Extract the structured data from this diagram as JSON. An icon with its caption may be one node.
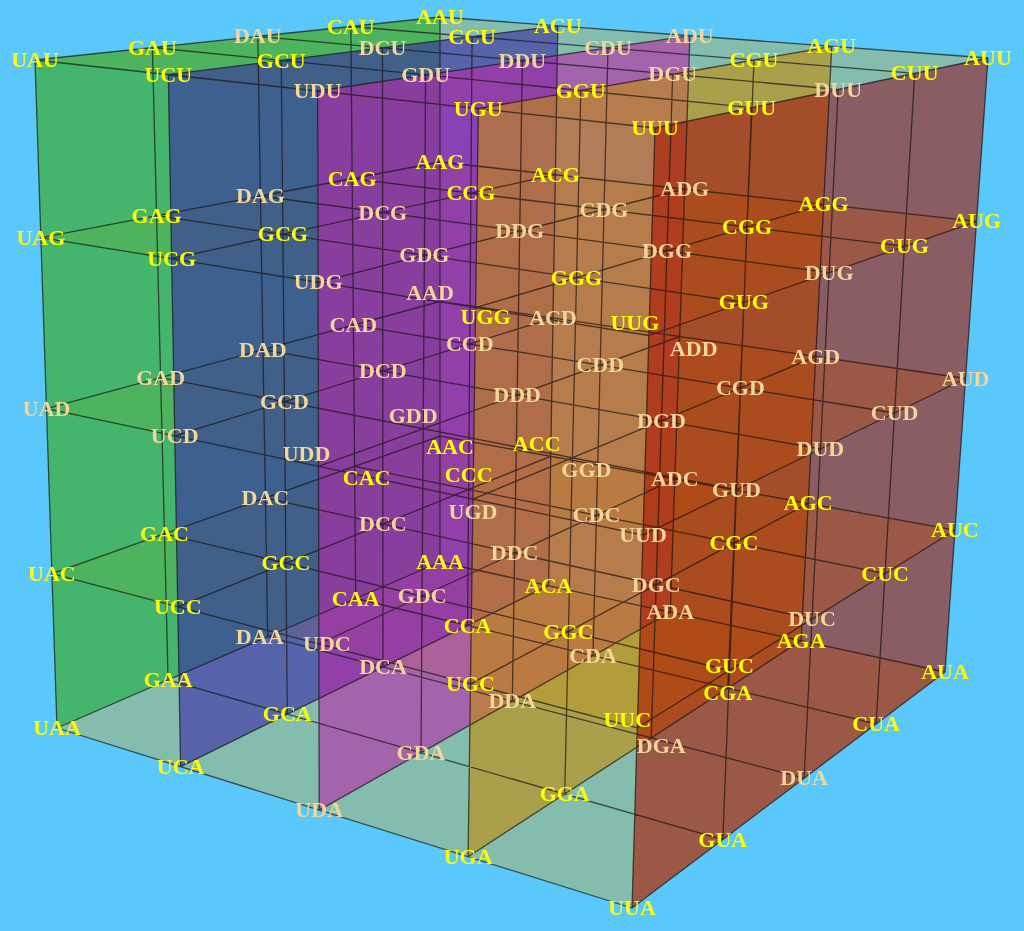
{
  "diagram": {
    "labels": [
      "UAU",
      "UCU",
      "UDU",
      "UGU",
      "UUU",
      "GAU",
      "GCU",
      "GDU",
      "GGU",
      "GUU",
      "DAU",
      "DCU",
      "DDU",
      "DGU",
      "DUU",
      "CAU",
      "CCU",
      "CDU",
      "CGU",
      "CUU",
      "AAU",
      "ACU",
      "ADU",
      "AGU",
      "AUU",
      "UAG",
      "UCG",
      "UDG",
      "UGG",
      "UUG",
      "GAG",
      "GCG",
      "GDG",
      "GGG",
      "GUG",
      "DAG",
      "DCG",
      "DDG",
      "DGG",
      "DUG",
      "CAG",
      "CCG",
      "CDG",
      "CGG",
      "CUG",
      "AAG",
      "ACG",
      "ADG",
      "AGG",
      "AUG",
      "UAD",
      "UCD",
      "UDD",
      "UGD",
      "UUD",
      "GAD",
      "GCD",
      "GDD",
      "GGD",
      "GUD",
      "DAD",
      "DCD",
      "DDD",
      "DGD",
      "DUD",
      "CAD",
      "CCD",
      "CDD",
      "CGD",
      "CUD",
      "AAD",
      "ACD",
      "ADD",
      "AGD",
      "AUD",
      "UAC",
      "UCC",
      "UDC",
      "UGC",
      "UUC",
      "GAC",
      "GCC",
      "GDC",
      "GGC",
      "GUC",
      "DAC",
      "DCC",
      "DDC",
      "DGC",
      "DUC",
      "CAC",
      "CCC",
      "CDC",
      "CGC",
      "CUC",
      "AAC",
      "ACC",
      "ADC",
      "AGC",
      "AUC",
      "UAA",
      "UCA",
      "UDA",
      "UGA",
      "UUA",
      "GAA",
      "GCA",
      "GDA",
      "GGA",
      "GUA",
      "DAA",
      "DCA",
      "DDA",
      "DGA",
      "DUA",
      "CAA",
      "CCA",
      "CDA",
      "CGA",
      "CUA",
      "AAA",
      "ACA",
      "ADA",
      "AGA",
      "AUA"
    ]
  }
}
